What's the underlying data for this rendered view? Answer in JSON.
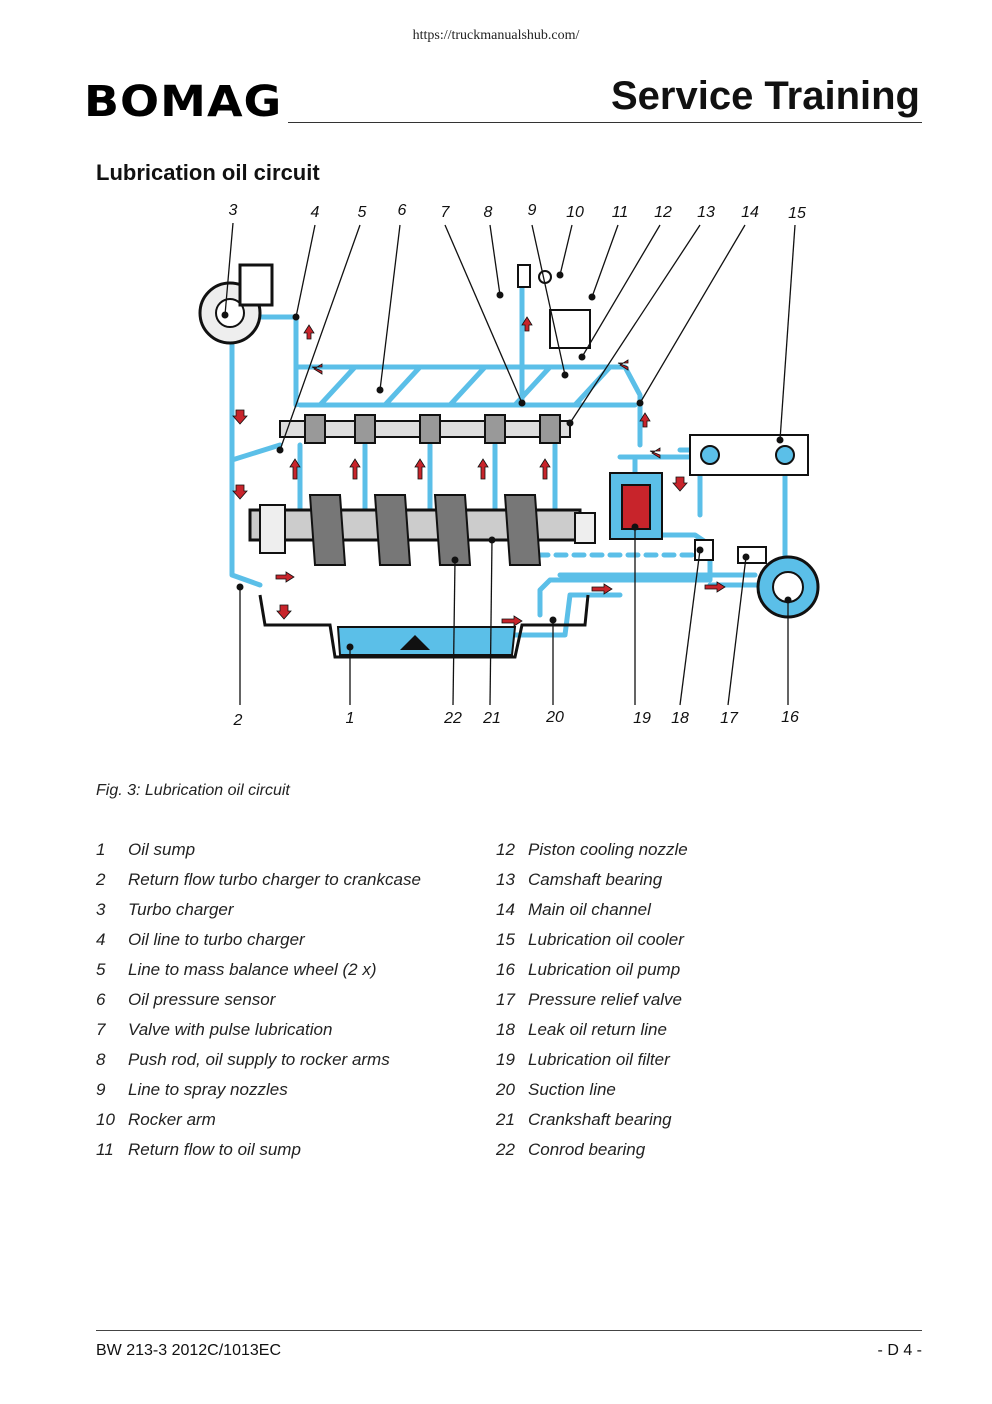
{
  "header": {
    "url": "https://truckmanualshub.com/",
    "logo_text": "BOMAG",
    "title": "Service Training"
  },
  "section_title": "Lubrication oil circuit",
  "figure": {
    "caption": "Fig. 3: Lubrication oil circuit",
    "callouts": [
      "3",
      "4",
      "5",
      "6",
      "7",
      "8",
      "9",
      "10",
      "11",
      "12",
      "13",
      "14",
      "15",
      "2",
      "1",
      "22",
      "21",
      "20",
      "19",
      "18",
      "17",
      "16"
    ],
    "colors": {
      "oil": "#5bbfe8",
      "arrow": "#c8242b",
      "line": "#111111"
    }
  },
  "legend": {
    "left": [
      {
        "num": "1",
        "text": "Oil sump"
      },
      {
        "num": "2",
        "text": "Return flow turbo charger to crankcase"
      },
      {
        "num": "3",
        "text": "Turbo charger"
      },
      {
        "num": "4",
        "text": "Oil line to turbo charger"
      },
      {
        "num": "5",
        "text": "Line to mass balance wheel (2 x)"
      },
      {
        "num": "6",
        "text": "Oil pressure sensor"
      },
      {
        "num": "7",
        "text": "Valve with pulse lubrication"
      },
      {
        "num": "8",
        "text": "Push rod, oil supply to rocker arms"
      },
      {
        "num": "9",
        "text": "Line to spray nozzles"
      },
      {
        "num": "10",
        "text": "Rocker arm"
      },
      {
        "num": "11",
        "text": "Return flow to oil sump"
      }
    ],
    "right": [
      {
        "num": "12",
        "text": "Piston cooling nozzle"
      },
      {
        "num": "13",
        "text": "Camshaft bearing"
      },
      {
        "num": "14",
        "text": "Main oil channel"
      },
      {
        "num": "15",
        "text": "Lubrication oil cooler"
      },
      {
        "num": "16",
        "text": "Lubrication oil pump"
      },
      {
        "num": "17",
        "text": "Pressure relief valve"
      },
      {
        "num": "18",
        "text": "Leak oil return line"
      },
      {
        "num": "19",
        "text": "Lubrication oil filter"
      },
      {
        "num": "20",
        "text": "Suction line"
      },
      {
        "num": "21",
        "text": "Crankshaft bearing"
      },
      {
        "num": "22",
        "text": "Conrod bearing"
      }
    ]
  },
  "footer": {
    "model": "BW 213-3 2012C/1013EC",
    "page": "- D 4 -"
  }
}
